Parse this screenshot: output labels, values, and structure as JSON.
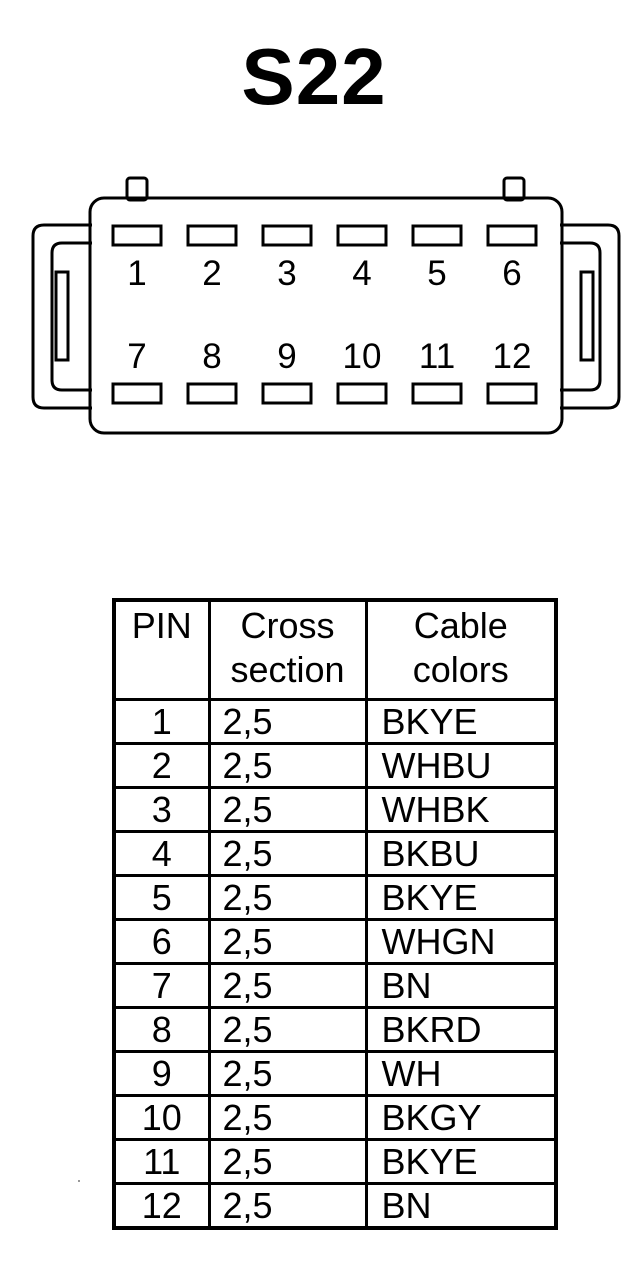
{
  "title": "S22",
  "connector": {
    "top_row_pins": [
      "1",
      "2",
      "3",
      "4",
      "5",
      "6"
    ],
    "bottom_row_pins": [
      "7",
      "8",
      "9",
      "10",
      "11",
      "12"
    ]
  },
  "table": {
    "headers": {
      "pin": "PIN",
      "cross_line1": "Cross",
      "cross_line2": "section",
      "color_line1": "Cable",
      "color_line2": "colors"
    },
    "rows": [
      {
        "pin": "1",
        "cross": "2,5",
        "color": "BKYE"
      },
      {
        "pin": "2",
        "cross": "2,5",
        "color": "WHBU"
      },
      {
        "pin": "3",
        "cross": "2,5",
        "color": "WHBK"
      },
      {
        "pin": "4",
        "cross": "2,5",
        "color": "BKBU"
      },
      {
        "pin": "5",
        "cross": "2,5",
        "color": "BKYE"
      },
      {
        "pin": "6",
        "cross": "2,5",
        "color": "WHGN"
      },
      {
        "pin": "7",
        "cross": "2,5",
        "color": "BN"
      },
      {
        "pin": "8",
        "cross": "2,5",
        "color": "BKRD"
      },
      {
        "pin": "9",
        "cross": "2,5",
        "color": "WH"
      },
      {
        "pin": "10",
        "cross": "2,5",
        "color": "BKGY"
      },
      {
        "pin": "11",
        "cross": "2,5",
        "color": "BKYE"
      },
      {
        "pin": "12",
        "cross": "2,5",
        "color": "BN"
      }
    ]
  }
}
